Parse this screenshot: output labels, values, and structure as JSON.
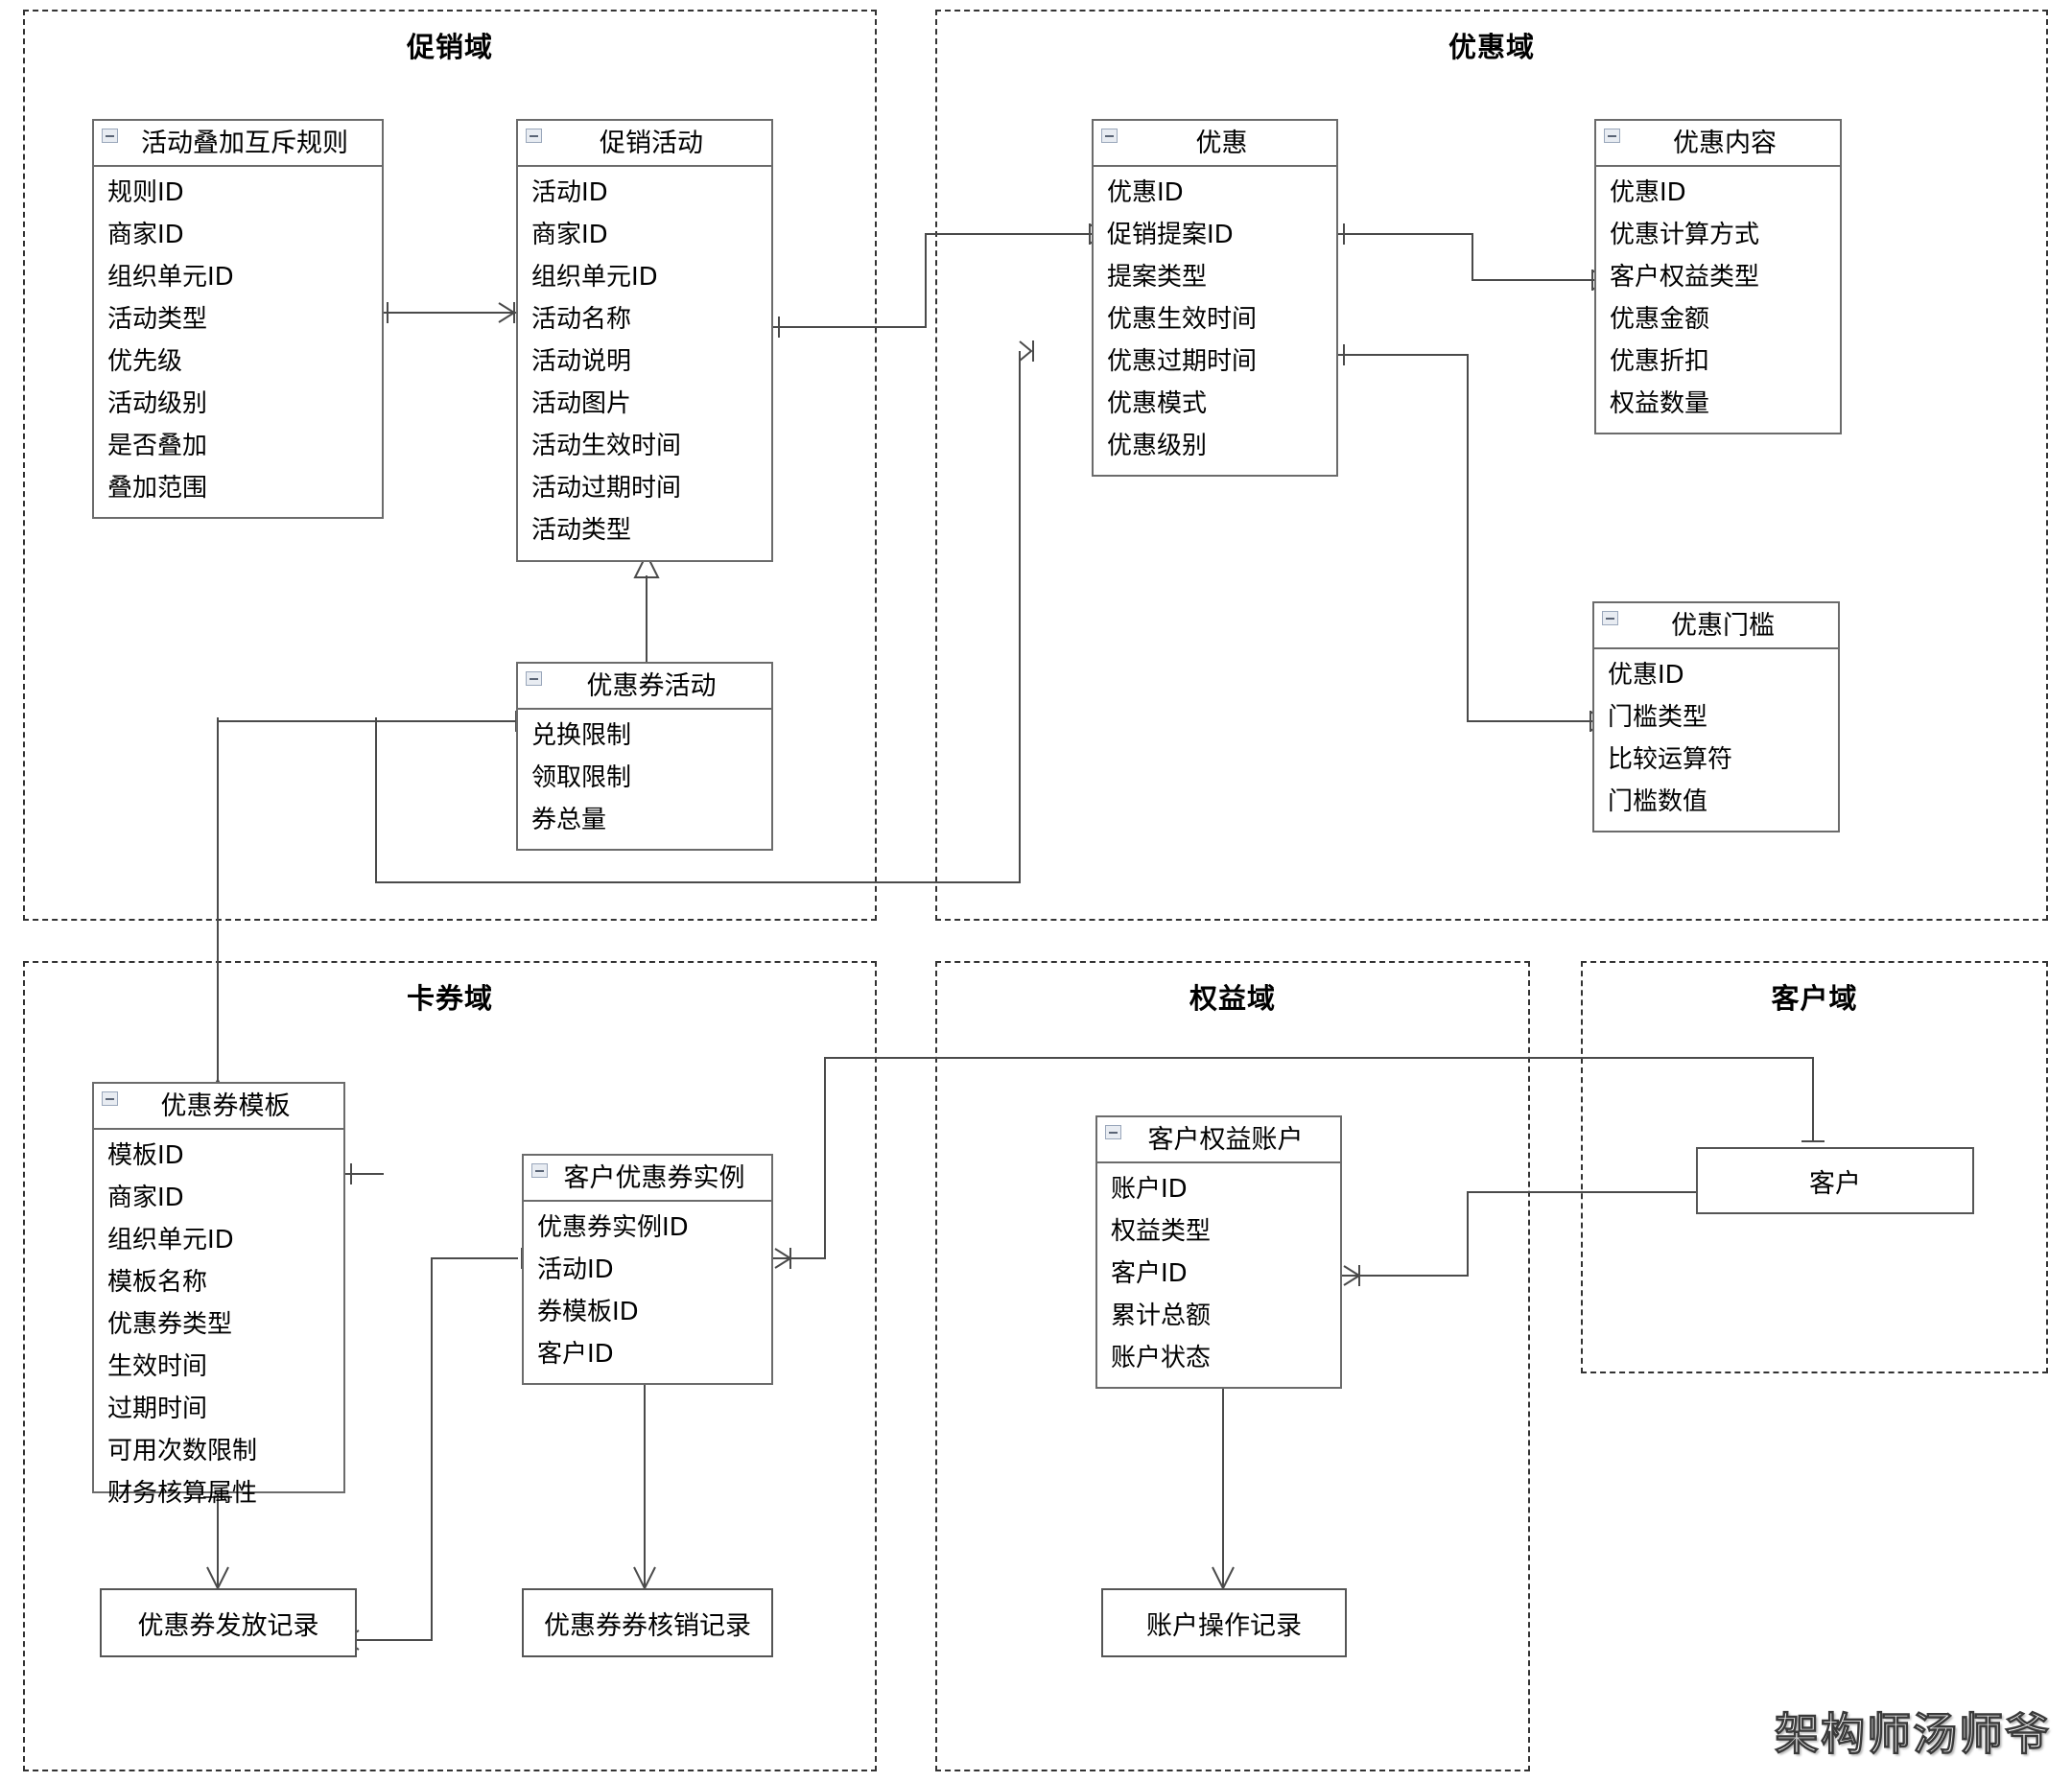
{
  "diagram": {
    "type": "er-diagram",
    "watermark": "架构师汤师爷"
  },
  "domains": [
    {
      "id": "promotion",
      "title": "促销域"
    },
    {
      "id": "discount",
      "title": "优惠域"
    },
    {
      "id": "coupon",
      "title": "卡券域"
    },
    {
      "id": "benefit",
      "title": "权益域"
    },
    {
      "id": "customer",
      "title": "客户域"
    }
  ],
  "entities": [
    {
      "id": "rule",
      "title": "活动叠加互斥规则",
      "fields": [
        "规则ID",
        "商家ID",
        "组织单元ID",
        "活动类型",
        "优先级",
        "活动级别",
        "是否叠加",
        "叠加范围"
      ]
    },
    {
      "id": "campaign",
      "title": "促销活动",
      "fields": [
        "活动ID",
        "商家ID",
        "组织单元ID",
        "活动名称",
        "活动说明",
        "活动图片",
        "活动生效时间",
        "活动过期时间",
        "活动类型"
      ]
    },
    {
      "id": "couponCampaign",
      "title": "优惠券活动",
      "fields": [
        "兑换限制",
        "领取限制",
        "券总量"
      ]
    },
    {
      "id": "discountMain",
      "title": "优惠",
      "fields": [
        "优惠ID",
        "促销提案ID",
        "提案类型",
        "优惠生效时间",
        "优惠过期时间",
        "优惠模式",
        "优惠级别"
      ]
    },
    {
      "id": "discountContent",
      "title": "优惠内容",
      "fields": [
        "优惠ID",
        "优惠计算方式",
        "客户权益类型",
        "优惠金额",
        "优惠折扣",
        "权益数量"
      ]
    },
    {
      "id": "discountThreshold",
      "title": "优惠门槛",
      "fields": [
        "优惠ID",
        "门槛类型",
        "比较运算符",
        "门槛数值"
      ]
    },
    {
      "id": "couponTemplate",
      "title": "优惠券模板",
      "fields": [
        "模板ID",
        "商家ID",
        "组织单元ID",
        "模板名称",
        "优惠券类型",
        "生效时间",
        "过期时间",
        "可用次数限制",
        "财务核算属性"
      ]
    },
    {
      "id": "couponInstance",
      "title": "客户优惠券实例",
      "fields": [
        "优惠券实例ID",
        "活动ID",
        "券模板ID",
        "客户ID"
      ]
    },
    {
      "id": "benefitAccount",
      "title": "客户权益账户",
      "fields": [
        "账户ID",
        "权益类型",
        "客户ID",
        "累计总额",
        "账户状态"
      ]
    }
  ],
  "simple_boxes": [
    {
      "id": "customerBox",
      "label": "客户"
    },
    {
      "id": "couponIssueRecord",
      "label": "优惠券发放记录"
    },
    {
      "id": "couponRedeemRecord",
      "label": "优惠券券核销记录"
    },
    {
      "id": "accountOpRecord",
      "label": "账户操作记录"
    }
  ],
  "colors": {
    "entity_border": "#6b6b6b",
    "domain_border": "#333333",
    "connector": "#4a4a4a",
    "background": "#ffffff",
    "icon_fill": "#e8ecf2"
  }
}
